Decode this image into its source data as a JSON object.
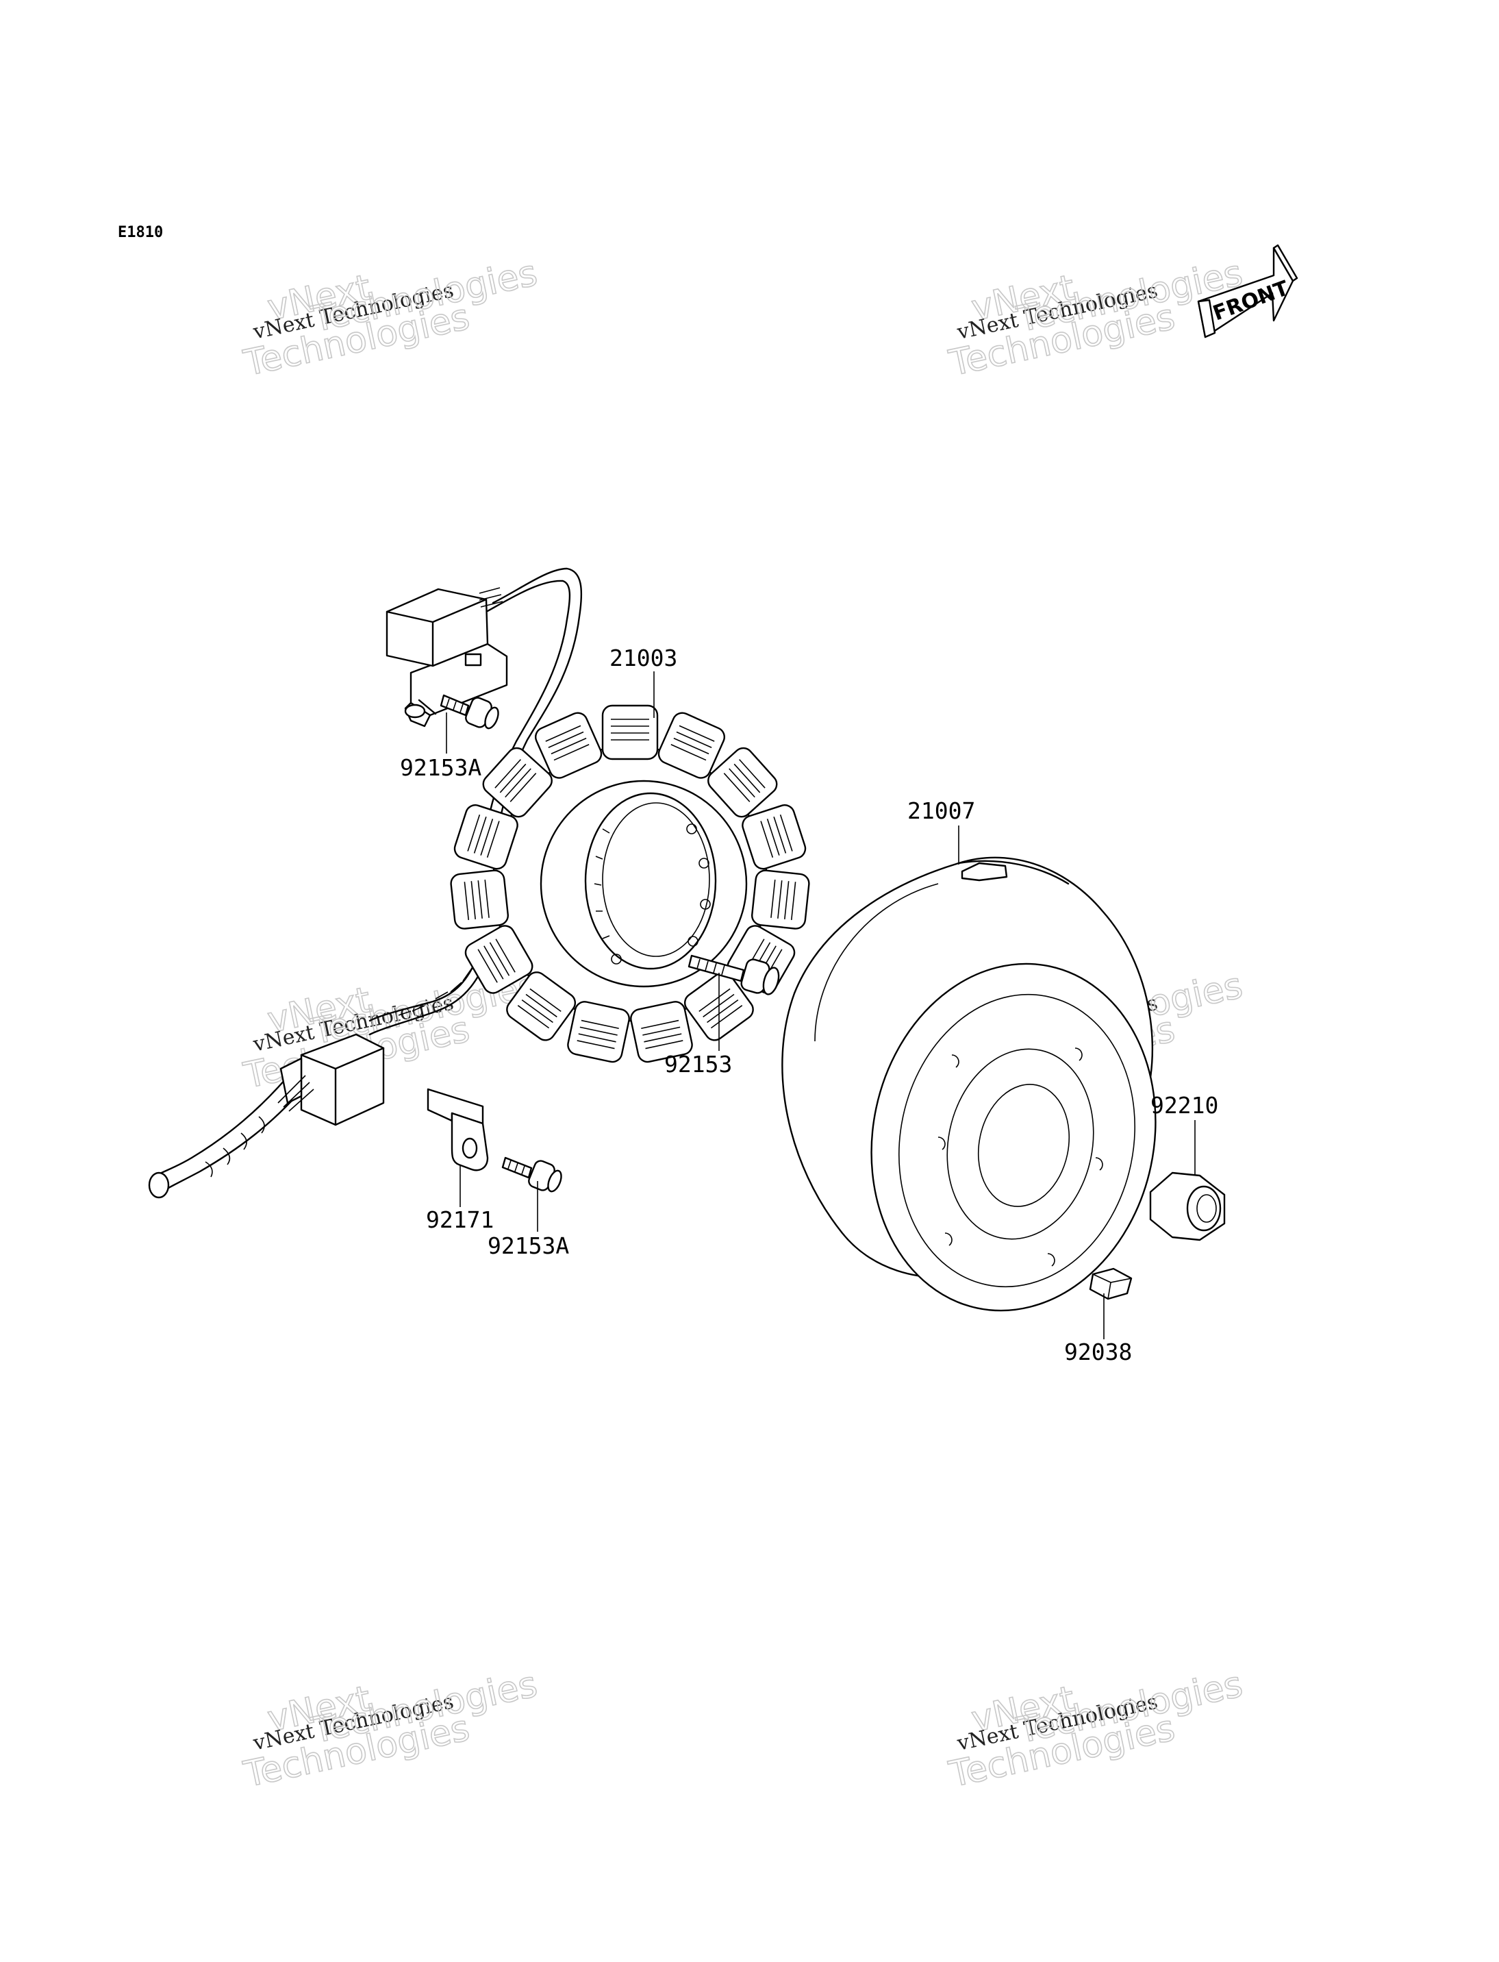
{
  "diagram_code": "E1810",
  "front_arrow_text": "FRONT",
  "watermark": {
    "line1": "vNext",
    "line2": "vNext Technologies",
    "line3": "Technologies",
    "line4": "Technologies"
  },
  "parts": {
    "stator": "21003",
    "rotor": "21007",
    "bolt_stator": "92153",
    "bolt_a_top": "92153A",
    "bolt_a_bottom": "92153A",
    "clamp": "92171",
    "nut": "92210",
    "key": "92038"
  }
}
